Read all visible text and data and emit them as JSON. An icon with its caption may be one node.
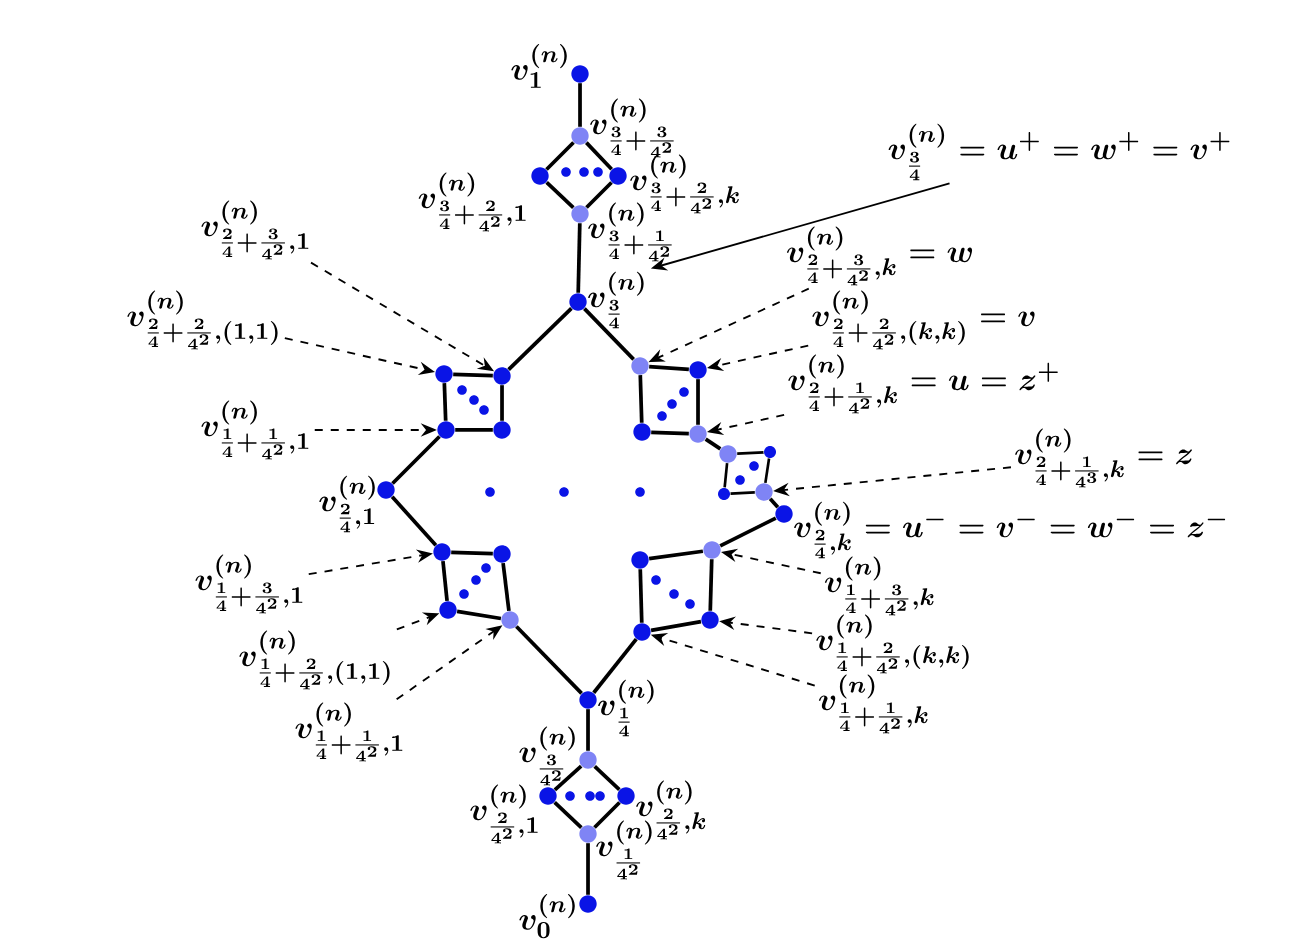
{
  "diagram": {
    "nodes": [
      {
        "text": [],
        "shape": "circle",
        "beside": [
          "v_{1}^{(n)}"
        ]
      },
      {
        "text": [],
        "shape": "circle",
        "beside": [
          "v_{\\frac{3}{4}+\\frac{3}{4^2}}^{(n)}"
        ]
      },
      {
        "text": [],
        "shape": "circle",
        "beside": [
          "v_{\\frac{3}{4}+\\frac{2}{4^2},1}^{(n)}"
        ]
      },
      {
        "text": [],
        "shape": "circle",
        "beside": [
          "v_{\\frac{3}{4}+\\frac{2}{4^2},k}^{(n)}"
        ]
      },
      {
        "text": [],
        "shape": "circle",
        "beside": [
          "v_{\\frac{3}{4}+\\frac{1}{4^2}}^{(n)}"
        ]
      },
      {
        "text": [],
        "shape": "circle",
        "beside": [
          "v_{\\frac{3}{4}}^{(n)}"
        ]
      },
      {
        "text": [],
        "shape": "circle"
      },
      {
        "text": [],
        "shape": "circle"
      },
      {
        "text": [],
        "shape": "circle"
      },
      {
        "text": [],
        "shape": "circle"
      },
      {
        "text": [],
        "shape": "circle",
        "beside": [
          "v_{\\frac{2}{4},1}^{(n)}"
        ]
      },
      {
        "text": [],
        "shape": "circle"
      },
      {
        "text": [],
        "shape": "circle"
      },
      {
        "text": [],
        "shape": "circle"
      },
      {
        "text": [],
        "shape": "circle"
      },
      {
        "text": [],
        "shape": "circle"
      },
      {
        "text": [],
        "shape": "circle"
      },
      {
        "text": [],
        "shape": "circle"
      },
      {
        "text": [],
        "shape": "circle"
      },
      {
        "text": [],
        "shape": "circle",
        "beside": [
          "v_{\\frac{2}{4},k}^{(n)}=u^{-}=v^{-}=w^{-}=z^{-}"
        ]
      },
      {
        "text": [],
        "shape": "circle"
      },
      {
        "text": [],
        "shape": "circle"
      },
      {
        "text": [],
        "shape": "circle"
      },
      {
        "text": [],
        "shape": "circle"
      },
      {
        "text": [],
        "shape": "circle"
      },
      {
        "text": [],
        "shape": "circle"
      },
      {
        "text": [],
        "shape": "circle"
      },
      {
        "text": [],
        "shape": "circle"
      },
      {
        "text": [],
        "shape": "circle",
        "beside": [
          "v_{\\frac{1}{4}}^{(n)}"
        ]
      },
      {
        "text": [],
        "shape": "circle",
        "beside": [
          "v_{\\frac{3}{4^2}}^{(n)}"
        ]
      },
      {
        "text": [],
        "shape": "circle",
        "beside": [
          "v_{\\frac{2}{4^2},1}^{(n)}"
        ]
      },
      {
        "text": [],
        "shape": "circle",
        "beside": [
          "v_{\\frac{2}{4^2},k}^{(n)}"
        ]
      },
      {
        "text": [],
        "shape": "circle",
        "beside": [
          "v_{\\frac{1}{4^2}}^{(n)}"
        ]
      },
      {
        "text": [],
        "shape": "circle",
        "beside": [
          "v_{0}^{(n)}"
        ]
      },
      {
        "text": [
          "v_{\\frac{3}{4}}^{(n)}=u^{+}=w^{+}=v^{+}"
        ]
      },
      {
        "text": [
          "v_{\\frac{2}{4}+\\frac{3}{4^2},1}^{(n)}"
        ]
      },
      {
        "text": [
          "v_{\\frac{2}{4}+\\frac{2}{4^2},(1,1)}^{(n)}"
        ]
      },
      {
        "text": [
          "v_{\\frac{1}{4}+\\frac{1}{4^2},1}^{(n)}"
        ]
      },
      {
        "text": [
          "v_{\\frac{2}{4}+\\frac{3}{4^2},k}^{(n)}=w"
        ]
      },
      {
        "text": [
          "v_{\\frac{2}{4}+\\frac{2}{4^2},(k,k)}^{(n)}=v"
        ]
      },
      {
        "text": [
          "v_{\\frac{2}{4}+\\frac{1}{4^2},k}^{(n)}=u=z^{+}"
        ]
      },
      {
        "text": [
          "v_{\\frac{2}{4}+\\frac{1}{4^3},k}^{(n)}=z"
        ]
      },
      {
        "text": [
          "v_{\\frac{1}{4}+\\frac{3}{4^2},1}^{(n)}"
        ]
      },
      {
        "text": [
          "v_{\\frac{1}{4}+\\frac{2}{4^2},(1,1)}^{(n)}"
        ]
      },
      {
        "text": [
          "v_{\\frac{1}{4}+\\frac{1}{4^2},1}^{(n)}"
        ]
      },
      {
        "text": [
          "v_{\\frac{1}{4}+\\frac{3}{4^2},k}^{(n)}"
        ]
      },
      {
        "text": [
          "v_{\\frac{1}{4}+\\frac{2}{4^2},(k,k)}^{(n)}"
        ]
      },
      {
        "text": [
          "v_{\\frac{1}{4}+\\frac{1}{4^2},k}^{(n)}"
        ]
      }
    ],
    "edges": [
      {
        "from": 0,
        "to": 1,
        "arrow": "none"
      },
      {
        "from": 1,
        "to": 2,
        "arrow": "none"
      },
      {
        "from": 1,
        "to": 3,
        "arrow": "none"
      },
      {
        "from": 2,
        "to": 4,
        "arrow": "none"
      },
      {
        "from": 3,
        "to": 4,
        "arrow": "none"
      },
      {
        "from": 4,
        "to": 5,
        "arrow": "none"
      },
      {
        "from": 5,
        "to": 7,
        "arrow": "none"
      },
      {
        "from": 5,
        "to": 11,
        "arrow": "none"
      },
      {
        "from": 6,
        "to": 7,
        "arrow": "none"
      },
      {
        "from": 7,
        "to": 9,
        "arrow": "none"
      },
      {
        "from": 9,
        "to": 8,
        "arrow": "none"
      },
      {
        "from": 8,
        "to": 6,
        "arrow": "none"
      },
      {
        "from": 8,
        "to": 10,
        "arrow": "none"
      },
      {
        "from": 11,
        "to": 12,
        "arrow": "none"
      },
      {
        "from": 12,
        "to": 14,
        "arrow": "none"
      },
      {
        "from": 14,
        "to": 13,
        "arrow": "none"
      },
      {
        "from": 13,
        "to": 11,
        "arrow": "none"
      },
      {
        "from": 14,
        "to": 15,
        "arrow": "none"
      },
      {
        "from": 15,
        "to": 16,
        "arrow": "none"
      },
      {
        "from": 16,
        "to": 18,
        "arrow": "none"
      },
      {
        "from": 18,
        "to": 17,
        "arrow": "none"
      },
      {
        "from": 17,
        "to": 15,
        "arrow": "none"
      },
      {
        "from": 18,
        "to": 19,
        "arrow": "none"
      },
      {
        "from": 10,
        "to": 20,
        "arrow": "none"
      },
      {
        "from": 20,
        "to": 21,
        "arrow": "none"
      },
      {
        "from": 21,
        "to": 23,
        "arrow": "none"
      },
      {
        "from": 23,
        "to": 22,
        "arrow": "none"
      },
      {
        "from": 22,
        "to": 20,
        "arrow": "none"
      },
      {
        "from": 23,
        "to": 28,
        "arrow": "none"
      },
      {
        "from": 19,
        "to": 25,
        "arrow": "none"
      },
      {
        "from": 24,
        "to": 25,
        "arrow": "none"
      },
      {
        "from": 25,
        "to": 27,
        "arrow": "none"
      },
      {
        "from": 27,
        "to": 26,
        "arrow": "none"
      },
      {
        "from": 26,
        "to": 24,
        "arrow": "none"
      },
      {
        "from": 26,
        "to": 28,
        "arrow": "none"
      },
      {
        "from": 28,
        "to": 29,
        "arrow": "none"
      },
      {
        "from": 29,
        "to": 30,
        "arrow": "none"
      },
      {
        "from": 29,
        "to": 31,
        "arrow": "none"
      },
      {
        "from": 30,
        "to": 32,
        "arrow": "none"
      },
      {
        "from": 31,
        "to": 32,
        "arrow": "none"
      },
      {
        "from": 32,
        "to": 33,
        "arrow": "none"
      },
      {
        "from": 34,
        "to": 5,
        "arrow": "to"
      },
      {
        "from": 35,
        "to": 7,
        "arrow": "to",
        "style": "dashed"
      },
      {
        "from": 36,
        "to": 6,
        "arrow": "to",
        "style": "dashed"
      },
      {
        "from": 37,
        "to": 8,
        "arrow": "to",
        "style": "dashed"
      },
      {
        "from": 38,
        "to": 11,
        "arrow": "to",
        "style": "dashed"
      },
      {
        "from": 39,
        "to": 12,
        "arrow": "to",
        "style": "dashed"
      },
      {
        "from": 40,
        "to": 14,
        "arrow": "to",
        "style": "dashed"
      },
      {
        "from": 41,
        "to": 18,
        "arrow": "to",
        "style": "dashed"
      },
      {
        "from": 42,
        "to": 20,
        "arrow": "to",
        "style": "dashed"
      },
      {
        "from": 43,
        "to": 22,
        "arrow": "to",
        "style": "dashed"
      },
      {
        "from": 44,
        "to": 23,
        "arrow": "to",
        "style": "dashed"
      },
      {
        "from": 45,
        "to": 25,
        "arrow": "to",
        "style": "dashed"
      },
      {
        "from": 46,
        "to": 27,
        "arrow": "to",
        "style": "dashed"
      },
      {
        "from": 47,
        "to": 26,
        "arrow": "to",
        "style": "dashed"
      }
    ]
  }
}
